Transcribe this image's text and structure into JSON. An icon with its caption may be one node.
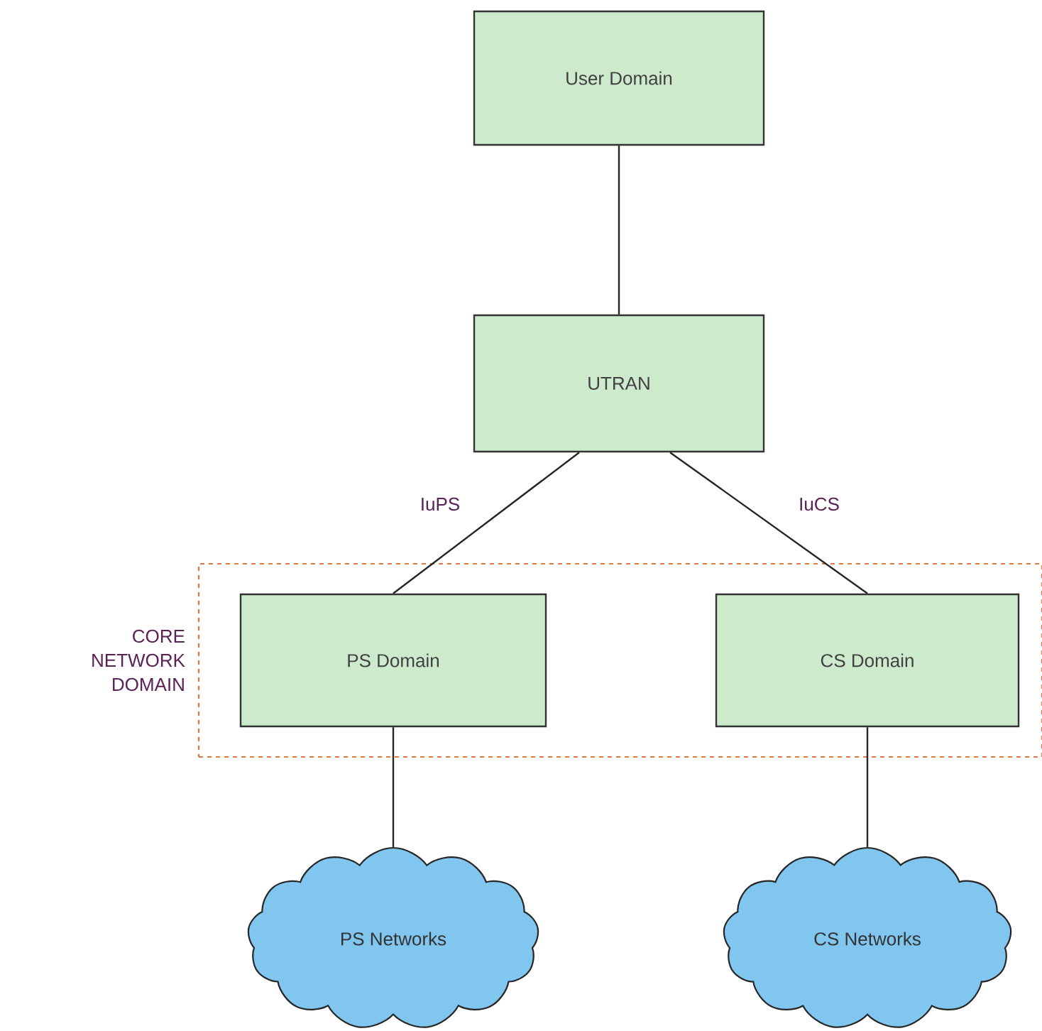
{
  "diagram": {
    "nodes": [
      {
        "text": [
          "User Domain"
        ]
      },
      {
        "text": [
          "UTRAN"
        ]
      },
      {
        "text": [
          "CORE NETWORK DOMAIN"
        ]
      },
      {
        "text": [
          "PS Domain"
        ],
        "in": 2
      },
      {
        "text": [
          "CS Domain"
        ],
        "in": 2
      },
      {
        "text": [
          "PS Networks"
        ]
      },
      {
        "text": [
          "CS Networks"
        ]
      }
    ],
    "edges": [
      {
        "from": 0,
        "to": 1,
        "arrow": "none"
      },
      {
        "from": 1,
        "to": 3,
        "arrow": "none",
        "label": "IuPS"
      },
      {
        "from": 1,
        "to": 4,
        "arrow": "none",
        "label": "IuCS"
      },
      {
        "from": 3,
        "to": 5,
        "arrow": "none"
      },
      {
        "from": 4,
        "to": 6,
        "arrow": "none"
      }
    ]
  }
}
